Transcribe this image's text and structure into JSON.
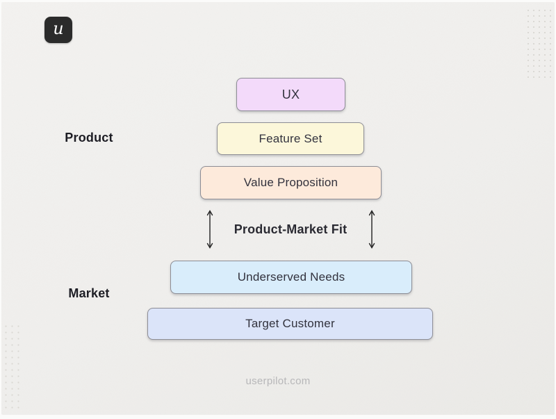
{
  "page": {
    "background": "#f0efed",
    "footer": "userpilot.com",
    "footer_color": "#b7b7b9"
  },
  "logo": {
    "letter": "u",
    "bg": "#2b2b2b",
    "fg": "#ffffff"
  },
  "labels": {
    "product": "Product",
    "market": "Market"
  },
  "pmf": {
    "label": "Product-Market Fit",
    "arrow_color": "#1f1f1f"
  },
  "pyramid": {
    "border_color": "#8d8d95",
    "text_color": "#32323d",
    "boxes": [
      {
        "id": "ux",
        "label": "UX",
        "fill": "#f3dafa",
        "group": "product"
      },
      {
        "id": "feature-set",
        "label": "Feature Set",
        "fill": "#fcf7da",
        "group": "product"
      },
      {
        "id": "value-proposition",
        "label": "Value Proposition",
        "fill": "#fdeadb",
        "group": "product"
      },
      {
        "id": "underserved-needs",
        "label": "Underserved Needs",
        "fill": "#d9edfb",
        "group": "market"
      },
      {
        "id": "target-customer",
        "label": "Target Customer",
        "fill": "#dbe4f9",
        "group": "market"
      }
    ]
  }
}
